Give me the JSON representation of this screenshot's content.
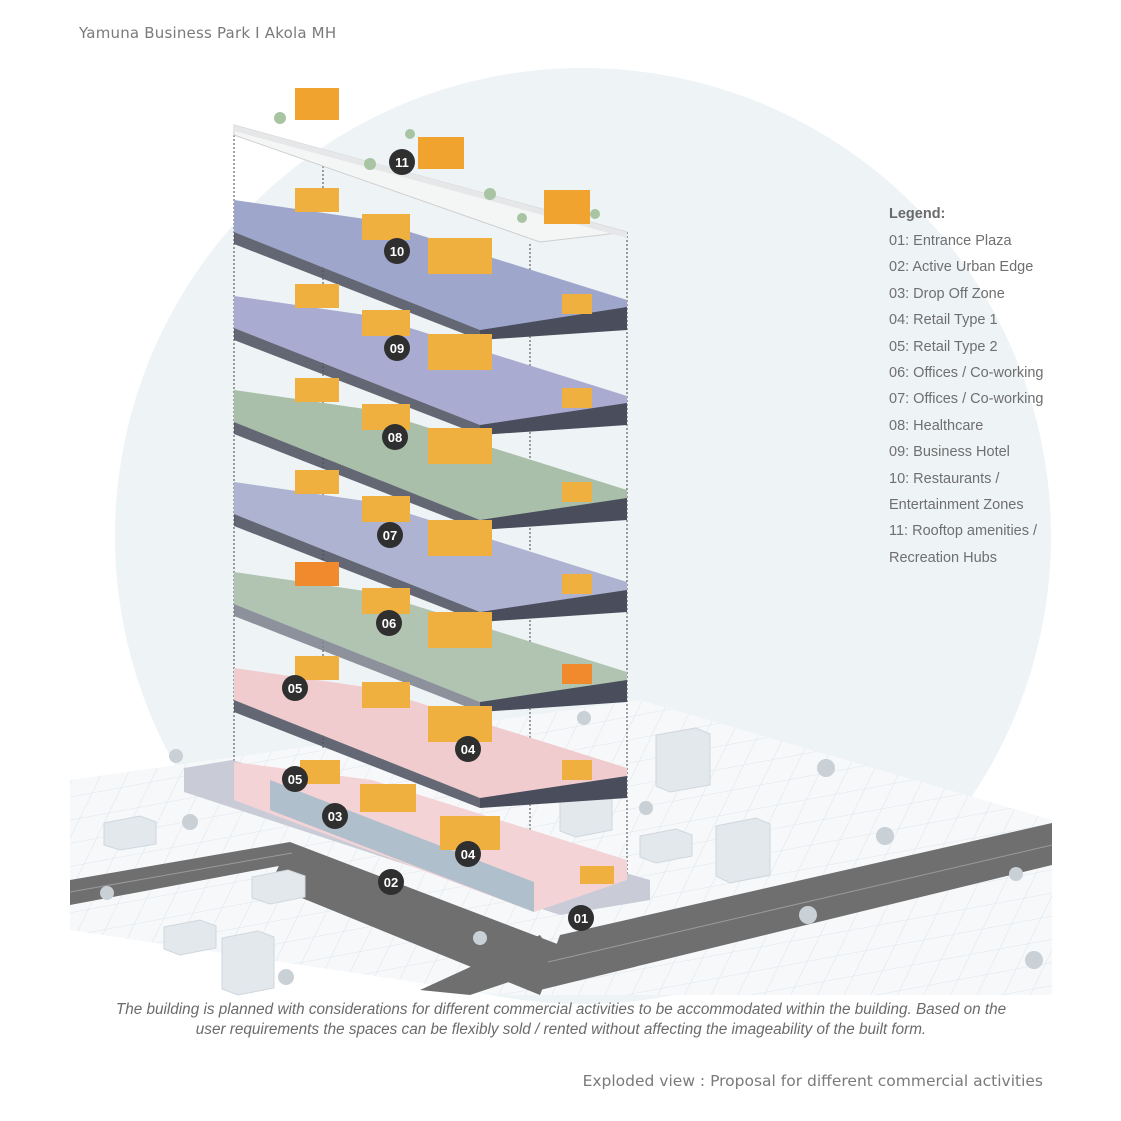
{
  "header": {
    "project_title": "Yamuna Business Park I Akola MH"
  },
  "legend": {
    "heading": "Legend:",
    "items": [
      "01: Entrance Plaza",
      "02: Active Urban Edge",
      "03: Drop Off Zone",
      "04: Retail Type 1",
      "05: Retail Type 2",
      "06: Offices / Co-working",
      "07: Offices / Co-working",
      "08: Healthcare",
      "09: Business Hotel",
      "10: Restaurants /",
      "Entertainment Zones",
      "11: Rooftop amenities /",
      "Recreation Hubs"
    ]
  },
  "markers": [
    "11",
    "10",
    "09",
    "08",
    "07",
    "06",
    "05",
    "04",
    "05",
    "03",
    "04",
    "02",
    "01"
  ],
  "caption": {
    "line1": "The building is planned with considerations for different commercial activities to be accommodated within the building. Based on the",
    "line2": "user requirements the spaces can be flexibly sold / rented without affecting the imageability of the built form."
  },
  "view_caption": "Exploded view : Proposal for different commercial activities",
  "colors": {
    "backdrop_circle": "#eef3f6",
    "grid": "#dce4ea",
    "road": "#6f6f6f",
    "slab_dark": "#4a4e5c",
    "glass": "#b9c7d4",
    "core_orange": "#f0b040",
    "marker": "#2f2f2f",
    "floor_10": "#9fa6cc",
    "floor_09": "#a9acd0",
    "floor_08": "#a9bfa9",
    "floor_07": "#aeb3d2",
    "floor_06": "#b1c4b2",
    "floor_05": "#f0cccf",
    "floor_ground": "#f3d3d6"
  }
}
